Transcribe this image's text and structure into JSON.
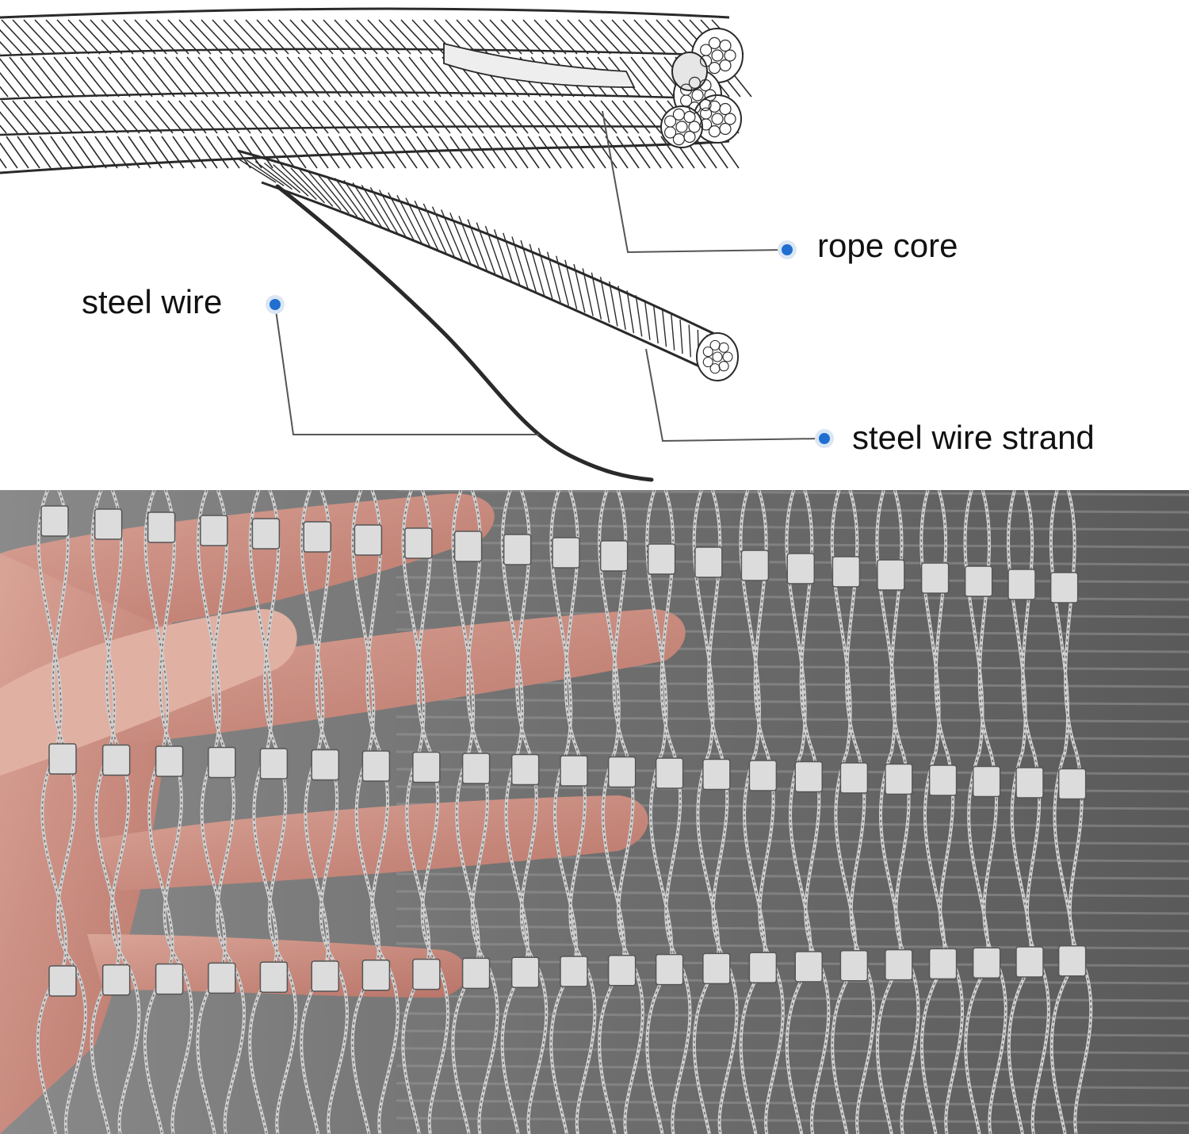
{
  "diagram": {
    "labels": {
      "rope_core": "rope core",
      "steel_wire": "steel wire",
      "steel_wire_strand": "steel wire strand"
    },
    "colors": {
      "background": "#ffffff",
      "line_art": "#2a2a2a",
      "leader_line": "#555555",
      "marker_dot": "#1f6fd1"
    }
  },
  "photo": {
    "subject": "hand-holding-stainless-steel-wire-rope-mesh",
    "colors": {
      "mesh_background": "#6e6e6e",
      "cable": "#c9c9c9",
      "ferrule": "#dcdcdc",
      "skin": "#c98b7e"
    }
  }
}
